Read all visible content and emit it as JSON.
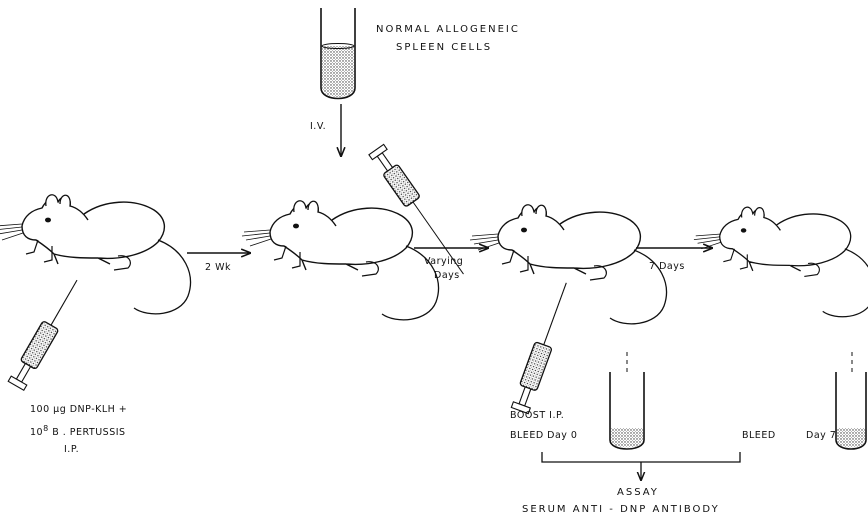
{
  "top": {
    "line1": "NORMAL  ALLOGENEIC",
    "line2": "SPLEEN  CELLS",
    "route": "I.V."
  },
  "steps": {
    "arrow1": "2 Wk",
    "arrow2_line1": "Varying",
    "arrow2_line2": "Days",
    "arrow3": "7 Days"
  },
  "immunization": {
    "line1": "100 µg DNP-KLH +",
    "line2_prefix": "10",
    "line2_exp": "8",
    "line2_rest": " B . PERTUSSIS",
    "line3": "I.P."
  },
  "boost": {
    "line1": "BOOST  I.P.",
    "line2": "BLEED   Day 0"
  },
  "bleed2": {
    "label": "BLEED",
    "day": "Day 7"
  },
  "assay": {
    "line1": "ASSAY",
    "line2": "SERUM   ANTI - DNP   ANTIBODY"
  },
  "colors": {
    "ink": "#111111",
    "stipple": "#555555",
    "paper": "#ffffff"
  }
}
